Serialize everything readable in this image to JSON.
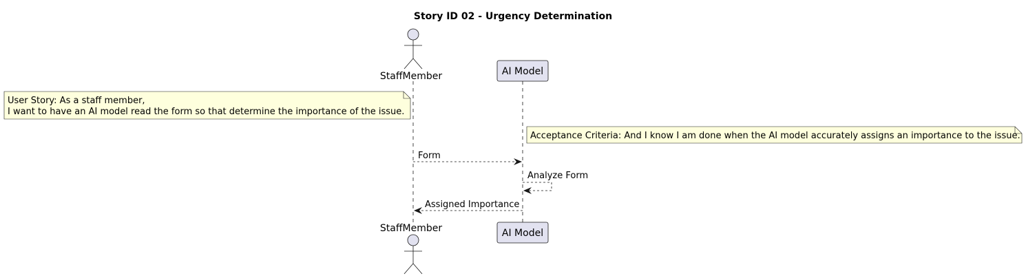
{
  "title": "Story ID 02 - Urgency Determination",
  "participants": [
    {
      "id": "staff",
      "name": "StaffMember",
      "kind": "actor"
    },
    {
      "id": "ai",
      "name": "AI Model",
      "kind": "participant"
    }
  ],
  "notes": [
    {
      "id": "user-story",
      "attached_to": "staff",
      "side": "left",
      "lines": [
        "User Story: As a staff member,",
        "I want to have an AI model read the form so that determine the importance of the issue."
      ]
    },
    {
      "id": "acceptance-criteria",
      "attached_to": "ai",
      "side": "right",
      "lines": [
        "Acceptance Criteria: And I know I am done when the AI model accurately assigns an importance to the issue."
      ]
    }
  ],
  "messages": [
    {
      "id": "form",
      "from": "staff",
      "to": "ai",
      "label": "Form",
      "style": "dashed"
    },
    {
      "id": "analyze-form",
      "from": "ai",
      "to": "ai",
      "label": "Analyze Form",
      "style": "dashed"
    },
    {
      "id": "assigned-importance",
      "from": "ai",
      "to": "staff",
      "label": "Assigned Importance",
      "style": "dashed"
    }
  ],
  "colors": {
    "participant_fill": "#E2E2F0",
    "participant_stroke": "#181818",
    "note_fill": "#FEFFDD",
    "note_stroke": "#181818",
    "lifeline": "#181818",
    "arrow": "#181818",
    "text": "#000000"
  }
}
